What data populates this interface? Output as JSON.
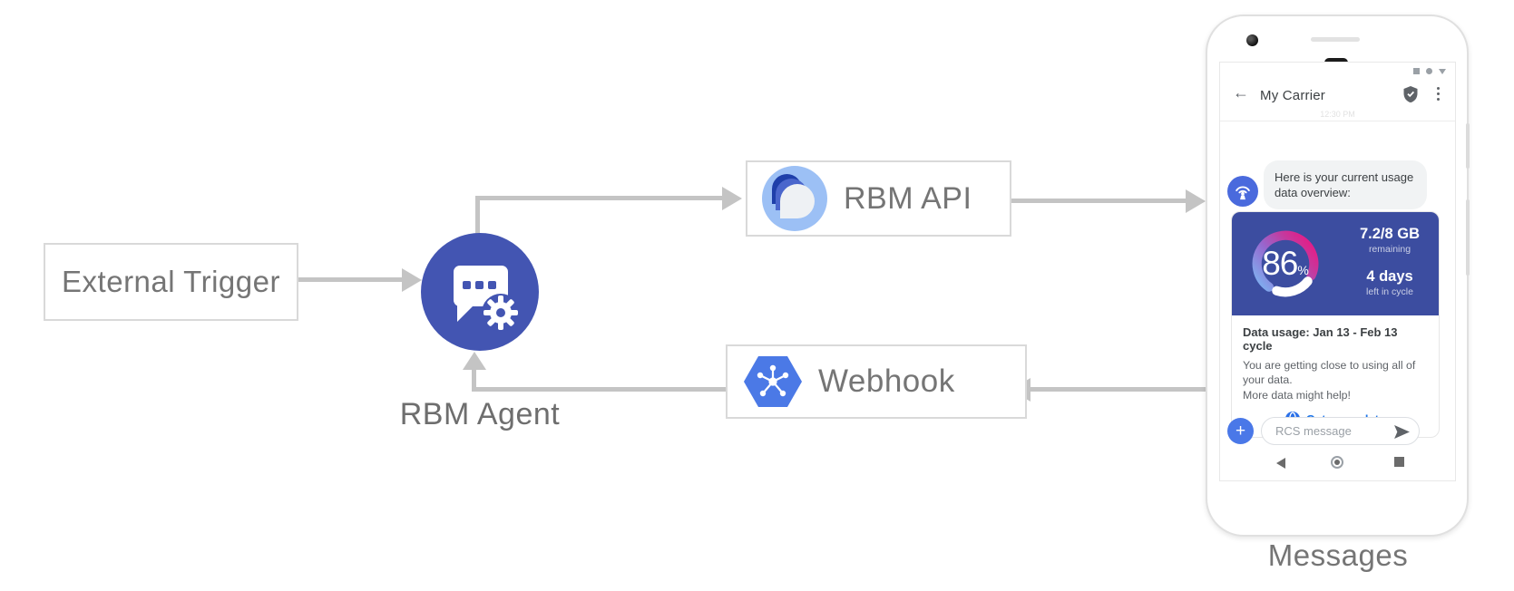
{
  "diagram": {
    "nodes": {
      "external_trigger": "External Trigger",
      "rbm_agent": "RBM Agent",
      "rbm_api": "RBM API",
      "webhook": "Webhook"
    },
    "caption": "Messages"
  },
  "phone": {
    "header": {
      "back_glyph": "←",
      "title": "My Carrier",
      "timestamp": "12:30 PM",
      "verified_badge": "shield-check",
      "menu": "three-dot-menu"
    },
    "status_icons": [
      "square",
      "circle",
      "triangle-down"
    ],
    "bubble": {
      "line1": "Here is your current usage",
      "line2": "data overview:"
    },
    "card": {
      "gauge": {
        "percent": "86",
        "percent_sign": "%",
        "remaining_value": "7.2/8 GB",
        "remaining_label": "remaining",
        "days_value": "4 days",
        "days_label": "left in cycle"
      },
      "title": "Data usage: Jan 13 - Feb 13 cycle",
      "body_line1": "You are getting close to using all of your data.",
      "body_line2": "More data might help!",
      "action": "Get more data"
    },
    "composer": {
      "plus_glyph": "+",
      "placeholder": "RCS message",
      "send_icon": "paper-plane"
    }
  },
  "colors": {
    "connector_gray": "#c4c4c4",
    "agent_indigo": "#4355b2",
    "banner_indigo": "#3c4da0",
    "link_blue": "#1a73e8",
    "composer_blue": "#4a78e8",
    "webhook_blue": "#4b79e6",
    "rbm_logo_light_blue": "#9cc0f5",
    "gauge_gradient": [
      "#7db4f2",
      "#9668cf",
      "#e0218a"
    ]
  }
}
